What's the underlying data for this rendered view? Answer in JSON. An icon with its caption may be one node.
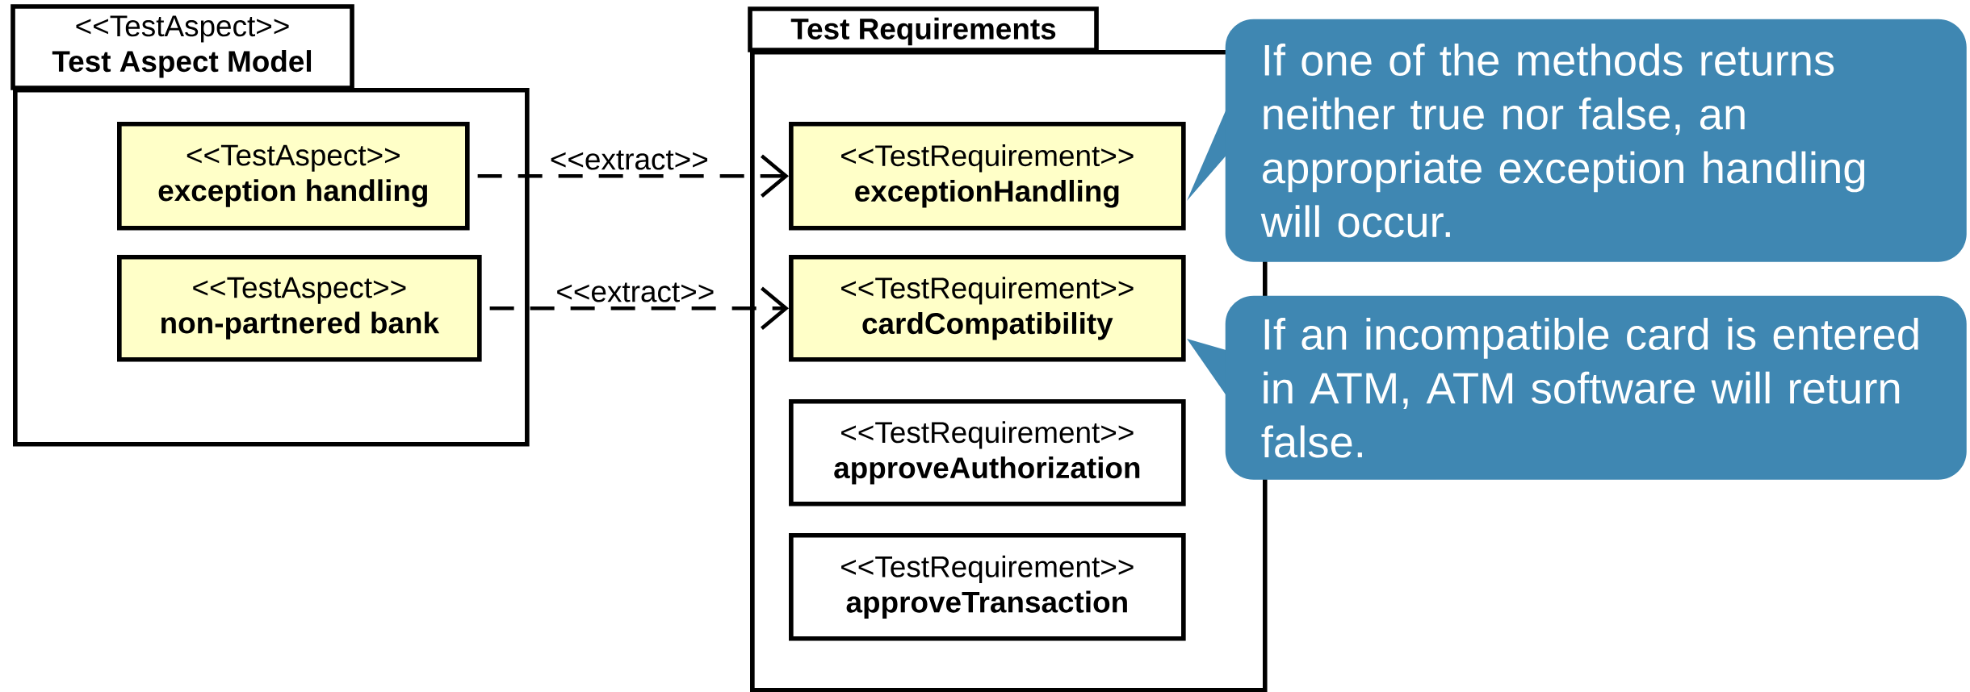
{
  "diagram": {
    "nodes": [
      {
        "text": [
          "<<TestAspect>>",
          "Test Aspect Model"
        ]
      },
      {
        "text": [
          "<<TestAspect>>",
          "exception handling"
        ],
        "in": 0
      },
      {
        "text": [
          "<<TestAspect>>",
          "non-partnered bank"
        ],
        "in": 0
      },
      {
        "text": [
          "Test Requirements"
        ]
      },
      {
        "text": [
          "<<TestRequirement>>",
          "exceptionHandling"
        ],
        "in": 3
      },
      {
        "text": [
          "<<TestRequirement>>",
          "cardCompatibility"
        ],
        "in": 3
      },
      {
        "text": [
          "<<TestRequirement>>",
          "approveAuthorization"
        ],
        "in": 3
      },
      {
        "text": [
          "<<TestRequirement>>",
          "approveTransaction"
        ],
        "in": 3
      },
      {
        "text": [
          "If one of the methods returns neither true nor false, an appropriate exception handling will occur."
        ]
      },
      {
        "text": [
          "If an incompatible card is entered in ATM, ATM software will return false."
        ]
      }
    ],
    "edges": [
      {
        "from": 1,
        "to": 4,
        "arrow": "to",
        "label": "<<extract>>",
        "style": "dashed"
      },
      {
        "from": 2,
        "to": 5,
        "arrow": "to",
        "label": "<<extract>>",
        "style": "dashed"
      }
    ]
  }
}
